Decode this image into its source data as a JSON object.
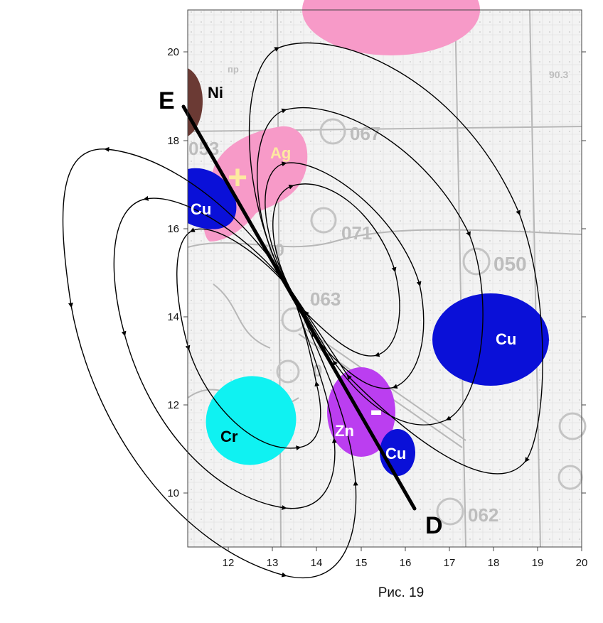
{
  "figure": {
    "caption": "Рис. 19",
    "x_ticks": [
      "12",
      "13",
      "14",
      "15",
      "16",
      "17",
      "18",
      "19",
      "20"
    ],
    "y_ticks": [
      "10",
      "12",
      "14",
      "16",
      "18",
      "20"
    ],
    "map_labels": [
      "053",
      "067",
      "071",
      "063",
      "050",
      "062",
      "0",
      "10",
      "90.3",
      "пр"
    ]
  },
  "fault_line": {
    "start_label": "E",
    "end_label": "D"
  },
  "poles": {
    "positive": "+",
    "negative": "-"
  },
  "anomalies": [
    {
      "label": "Ni",
      "color": "#6b3a34",
      "label_color": "#000000"
    },
    {
      "label": "Ag",
      "color": "#f79ac8",
      "label_color": "#fde9a0"
    },
    {
      "label": "",
      "color": "#f79ac8",
      "label_color": "#000000"
    },
    {
      "label": "Cu",
      "color": "#0a10d8",
      "label_color": "#ffffff"
    },
    {
      "label": "Cu",
      "color": "#0a10d8",
      "label_color": "#ffffff"
    },
    {
      "label": "Cu",
      "color": "#0a10d8",
      "label_color": "#ffffff"
    },
    {
      "label": "Zn",
      "color": "#bb3ef0",
      "label_color": "#ffffff"
    },
    {
      "label": "Cr",
      "color": "#0ff2f2",
      "label_color": "#000000"
    }
  ]
}
